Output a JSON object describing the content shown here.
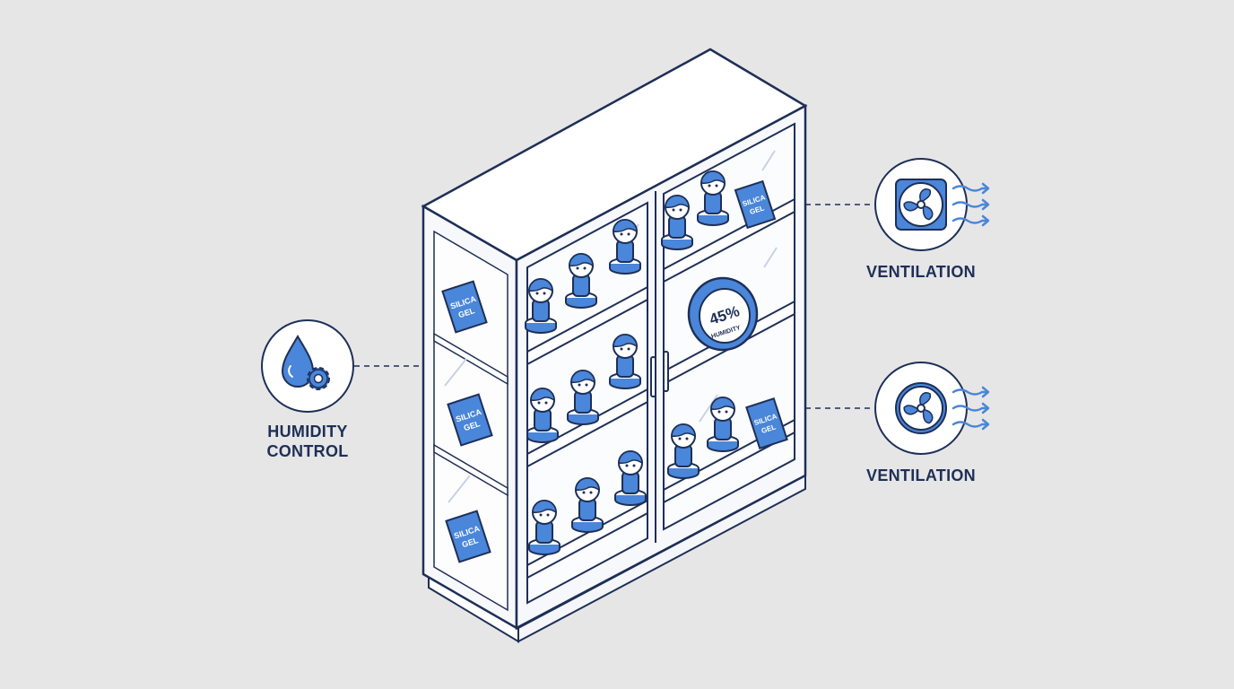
{
  "colors": {
    "background": "#e6e6e6",
    "outline": "#1e2f57",
    "accent": "#4a86d9",
    "accent_light": "#d9e6f7",
    "panel": "#ffffff"
  },
  "callouts": {
    "humidity": {
      "line1": "HUMIDITY",
      "line2": "CONTROL",
      "icon": "water-drop-gear-icon"
    },
    "vent_top": {
      "label": "VENTILATION",
      "icon": "fan-icon"
    },
    "vent_bottom": {
      "label": "VENTILATION",
      "icon": "fan-icon"
    }
  },
  "hygrometer": {
    "reading": "45%",
    "caption": "HUMIDITY"
  },
  "silica_packets": [
    {
      "line1": "SILICA",
      "line2": "GEL"
    },
    {
      "line1": "SILICA",
      "line2": "GEL"
    },
    {
      "line1": "SILICA",
      "line2": "GEL"
    },
    {
      "line1": "SILICA",
      "line2": "GEL"
    },
    {
      "line1": "SILICA",
      "line2": "GEL"
    }
  ]
}
